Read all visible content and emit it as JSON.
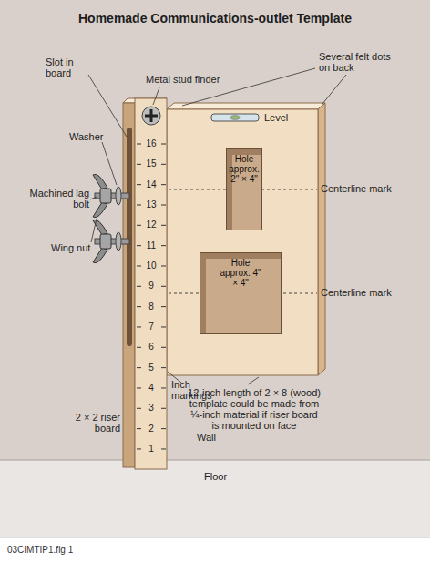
{
  "diagram": {
    "title": "Homemade Communications-outlet Template",
    "caption": "03CIMTIP1.fig 1",
    "nodes": [
      {
        "text": [
          "Hole approx. 2\" × 4\""
        ]
      },
      {
        "text": [
          "Hole approx. 4\" × 4\""
        ]
      }
    ],
    "labels": [
      "Metal stud finder",
      "Slot in board",
      "Several felt dots on back",
      "Level",
      "Washer",
      "Machined lag bolt",
      "Wing nut",
      "16",
      "15",
      "14",
      "13",
      "12",
      "11",
      "10",
      "9",
      "8",
      "7",
      "6",
      "5",
      "4",
      "3",
      "2",
      "1",
      "Centerline mark",
      "Centerline mark",
      "Inch markings",
      "12-inch length of 2 × 8 (wood) template could be made from ¼-inch material if riser board is mounted on face",
      "2 × 2 riser board",
      "Wall",
      "Floor"
    ]
  }
}
